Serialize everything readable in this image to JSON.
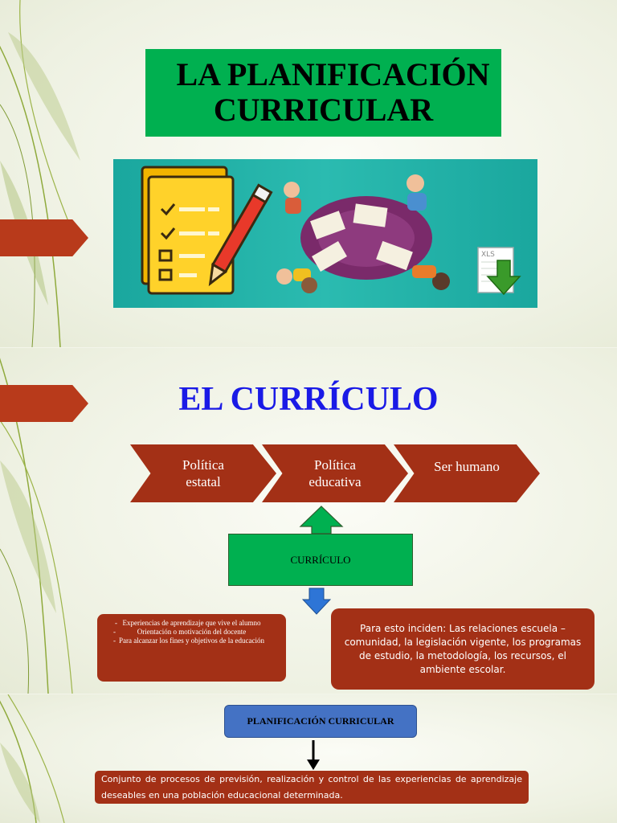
{
  "slide1": {
    "title_line1": "LA PLANIFICACIÓN",
    "title_line2": "CURRICULAR",
    "banner_icon": "XLS"
  },
  "slide2": {
    "heading": "EL CURRÍCULO",
    "chevrons": [
      {
        "line1": "Política",
        "line2": "estatal"
      },
      {
        "line1": "Política",
        "line2": "educativa"
      },
      {
        "line1": "Ser humano",
        "line2": ""
      }
    ],
    "center_box": "CURRÍCULO",
    "left_items": [
      "Experiencias de aprendizaje que vive el alumno",
      "Orientación o motivación del docente",
      "Para alcanzar los fines y objetivos de la educación"
    ],
    "right_text": "Para esto inciden: Las relaciones escuela – comunidad, la legislación vigente, los programas de estudio, la metodología, los recursos, el ambiente escolar."
  },
  "slide3": {
    "plan_box": "PLANIFICACIÓN CURRICULAR",
    "definition": "Conjunto de procesos de previsión, realización y control de las experiencias de aprendizaje deseables en una población educacional determinada."
  },
  "colors": {
    "green": "#00b050",
    "rust": "#a33016",
    "blue_heading": "#1a1ae6",
    "blue_box": "#4472c4",
    "teal_banner": "#1aa79e"
  }
}
